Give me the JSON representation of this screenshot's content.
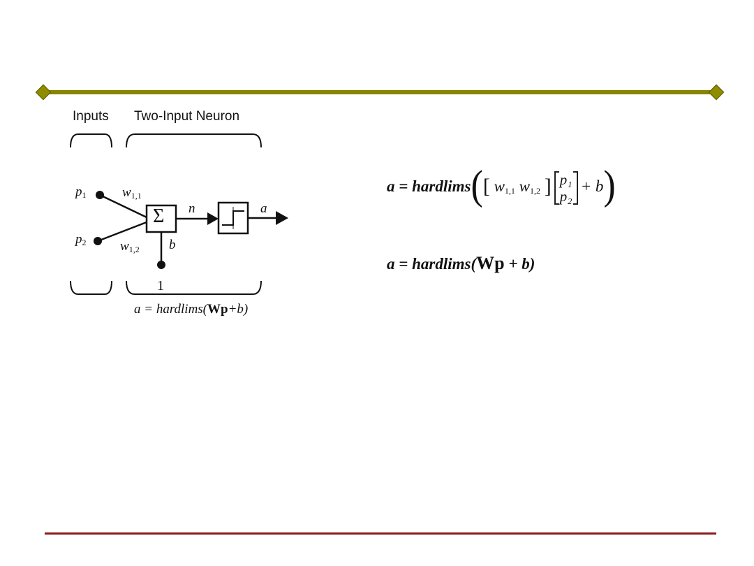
{
  "header": {
    "inputs_label": "Inputs",
    "neuron_label": "Two-Input Neuron"
  },
  "diagram": {
    "p1": "p",
    "p1_sub": "1",
    "p2": "p",
    "p2_sub": "2",
    "w11": "w",
    "w11_sub": "1,1",
    "w12": "w",
    "w12_sub": "1,2",
    "sum_symbol": "Σ",
    "n": "n",
    "a": "a",
    "b": "b",
    "one": "1",
    "equation_prefix": "a = hardlims(",
    "equation_bold": "Wp",
    "equation_suffix": "+b)"
  },
  "equations": {
    "eq1_lhs": "a = hardlims",
    "eq1_w11": "w",
    "eq1_w11_sub": "1,1",
    "eq1_w12": "w",
    "eq1_w12_sub": "1,2",
    "eq1_p1": "p₁",
    "eq1_p2": "p₂",
    "eq1_plus_b": "+ b",
    "eq2_lhs": "a = hardlims(",
    "eq2_bold": "Wp",
    "eq2_rest": " + b)"
  },
  "colors": {
    "top_rule": "#868400",
    "bottom_rule": "#8b1a1a"
  }
}
